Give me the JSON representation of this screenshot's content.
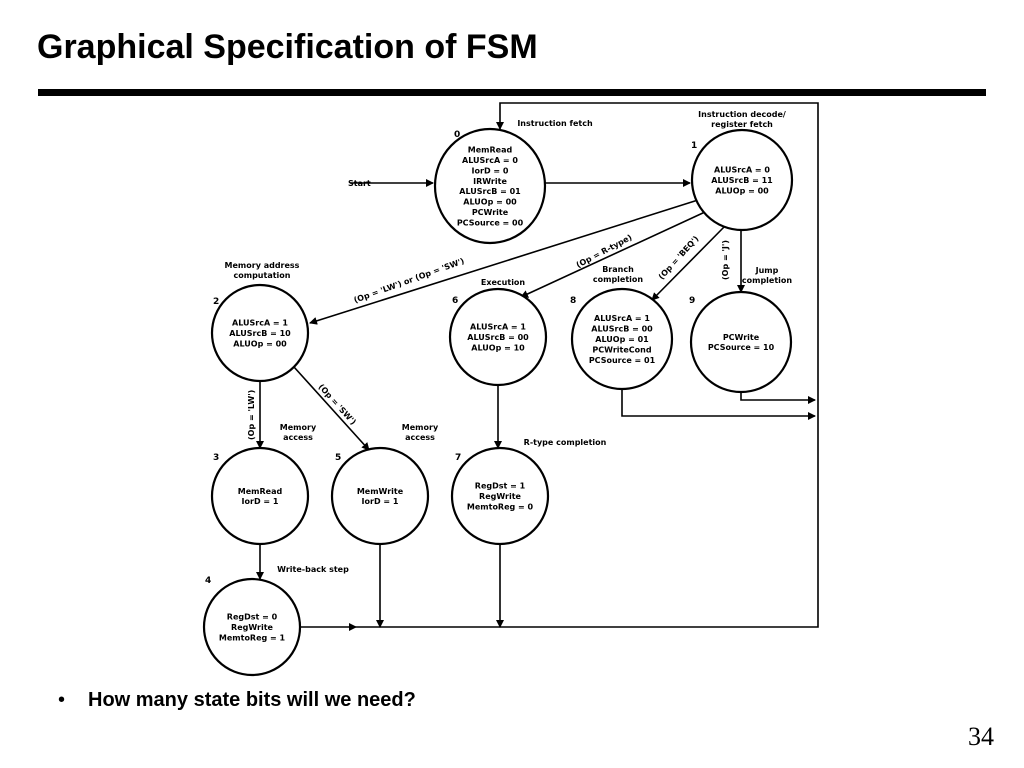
{
  "slide": {
    "title": "Graphical Specification of FSM",
    "bullet": "How many state bits will we need?",
    "page_number": "34"
  },
  "diagram": {
    "start_label": "Start",
    "states": [
      {
        "id": "0",
        "label": "Instruction fetch",
        "lines": [
          "MemRead",
          "ALUSrcA = 0",
          "IorD = 0",
          "IRWrite",
          "ALUSrcB = 01",
          "ALUOp = 00",
          "PCWrite",
          "PCSource = 00"
        ]
      },
      {
        "id": "1",
        "label": "Instruction decode/\nregister fetch",
        "lines": [
          "ALUSrcA = 0",
          "ALUSrcB = 11",
          "ALUOp = 00"
        ]
      },
      {
        "id": "2",
        "label": "Memory address\ncomputation",
        "lines": [
          "ALUSrcA = 1",
          "ALUSrcB = 10",
          "ALUOp = 00"
        ]
      },
      {
        "id": "6",
        "label": "Execution",
        "lines": [
          "ALUSrcA = 1",
          "ALUSrcB = 00",
          "ALUOp = 10"
        ]
      },
      {
        "id": "8",
        "label": "Branch\ncompletion",
        "lines": [
          "ALUSrcA = 1",
          "ALUSrcB = 00",
          "ALUOp = 01",
          "PCWriteCond",
          "PCSource = 01"
        ]
      },
      {
        "id": "9",
        "label": "Jump\ncompletion",
        "lines": [
          "PCWrite",
          "PCSource = 10"
        ]
      },
      {
        "id": "3",
        "label": "Memory\naccess",
        "lines": [
          "MemRead",
          "IorD = 1"
        ]
      },
      {
        "id": "5",
        "label": "Memory\naccess",
        "lines": [
          "MemWrite",
          "IorD = 1"
        ]
      },
      {
        "id": "7",
        "label": "R-type completion",
        "lines": [
          "RegDst = 1",
          "RegWrite",
          "MemtoReg = 0"
        ]
      },
      {
        "id": "4",
        "label": "Write-back step",
        "lines": [
          "RegDst = 0",
          "RegWrite",
          "MemtoReg = 1"
        ]
      }
    ],
    "transitions": {
      "lw_sw": "(Op = 'LW') or (Op = 'SW')",
      "rtype": "(Op = R-type)",
      "beq": "(Op = 'BEQ')",
      "jump": "(Op = 'J')",
      "lw": "(Op = 'LW')",
      "sw": "(Op = 'SW')"
    }
  }
}
